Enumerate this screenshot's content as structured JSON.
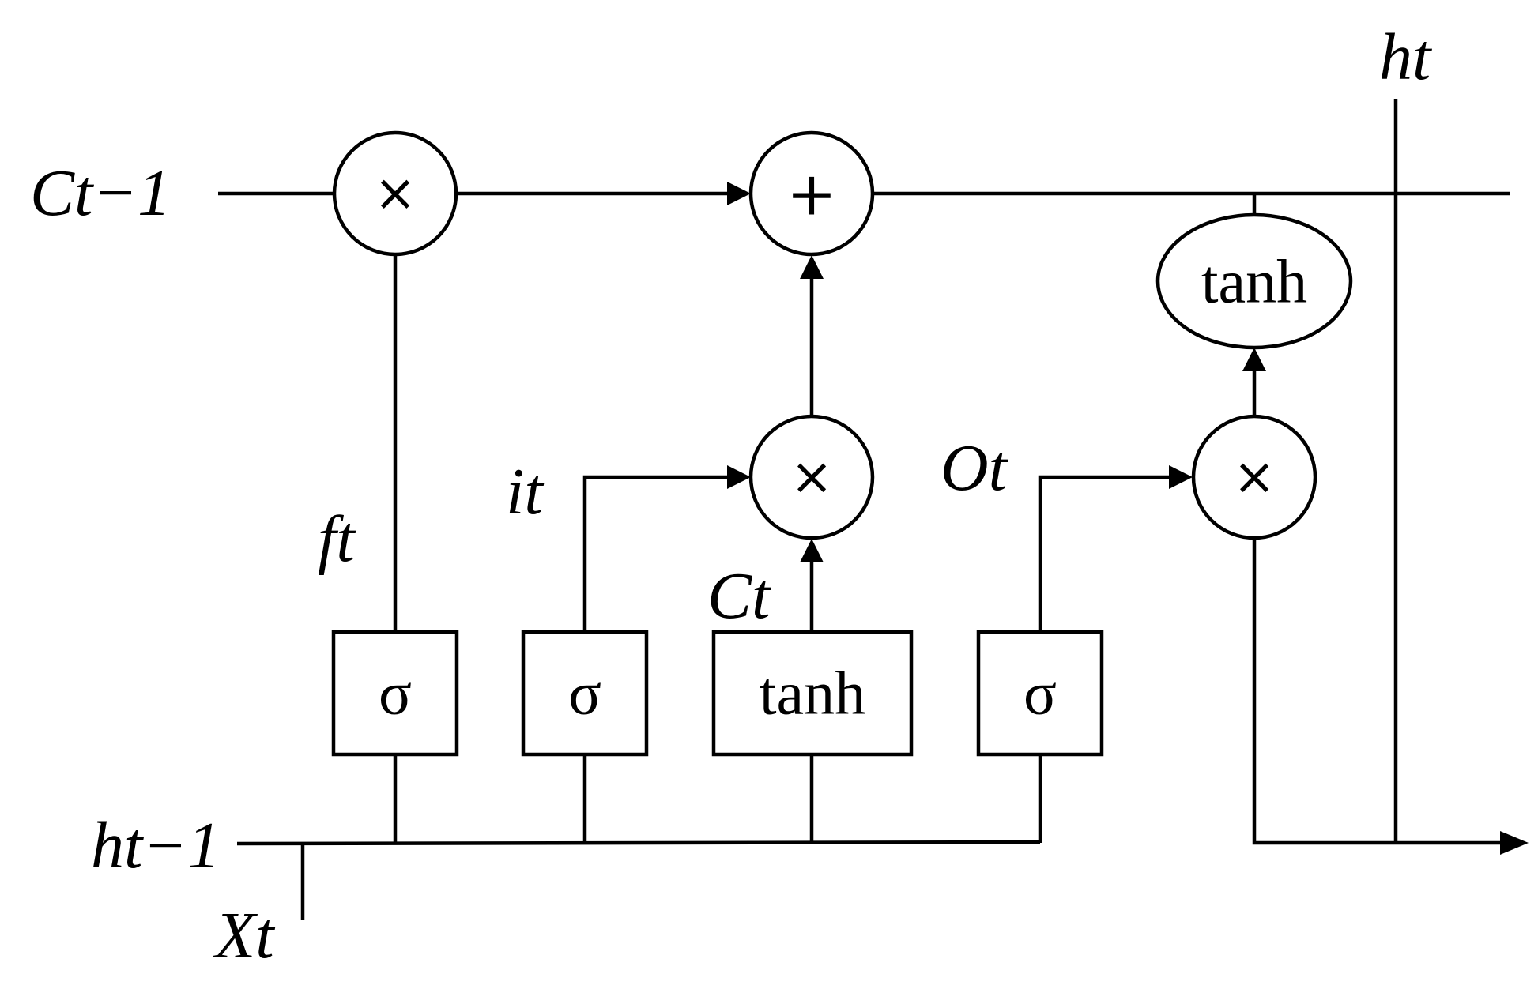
{
  "labels": {
    "cell_prev": "Ct−1",
    "hidden_prev": "ht−1",
    "input": "Xt",
    "hidden_out": "ht",
    "forget_gate": "ft",
    "input_gate": "it",
    "candidate": "Ct",
    "output_gate": "Ot"
  },
  "operators": {
    "forget_multiply": "×",
    "cell_add": "+",
    "input_multiply": "×",
    "output_multiply": "×"
  },
  "functions": {
    "forget_sigma": "σ",
    "input_sigma": "σ",
    "candidate_tanh": "tanh",
    "output_sigma": "σ",
    "cell_tanh": "tanh"
  }
}
